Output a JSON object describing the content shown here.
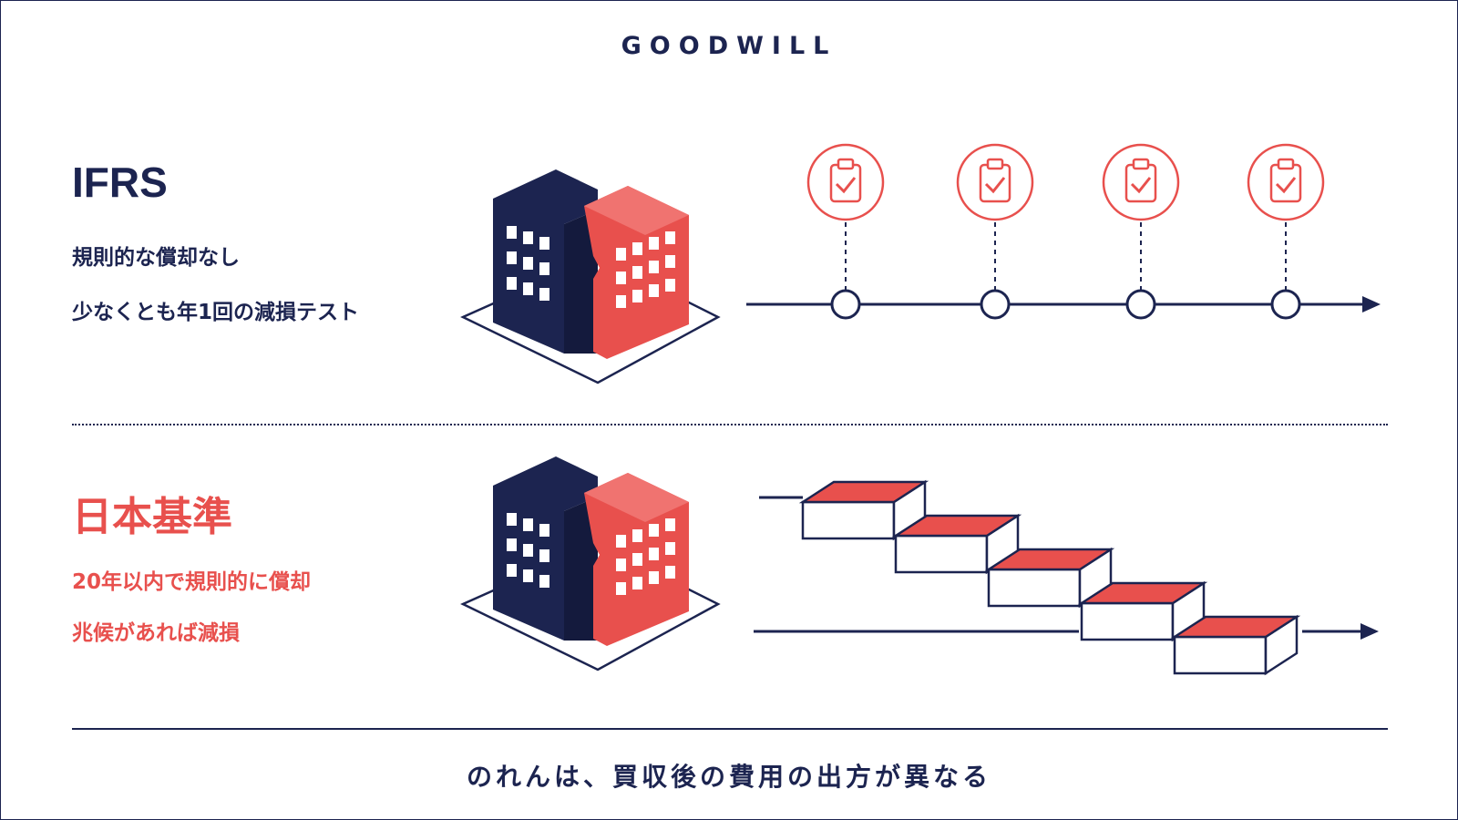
{
  "header": {
    "title": "GOODWILL"
  },
  "ifrs": {
    "heading": "IFRS",
    "lines": [
      "規則的な償却なし",
      "少なくとも年1回の減損テスト"
    ],
    "test_icons": [
      "clipboard-check-icon",
      "clipboard-check-icon",
      "clipboard-check-icon",
      "clipboard-check-icon"
    ]
  },
  "jgaap": {
    "heading": "日本基準",
    "lines": [
      "20年以内で規則的に償却",
      "兆候があれば減損"
    ],
    "amortization_steps": 5
  },
  "footer": {
    "conclusion": "のれんは、買収後の費用の出方が異なる"
  },
  "colors": {
    "navy": "#1c2450",
    "red": "#e8504d",
    "white": "#ffffff"
  },
  "icons": [
    "merged-building-icon",
    "clipboard-check-icon",
    "timeline-arrow-icon",
    "staircase-icon"
  ]
}
